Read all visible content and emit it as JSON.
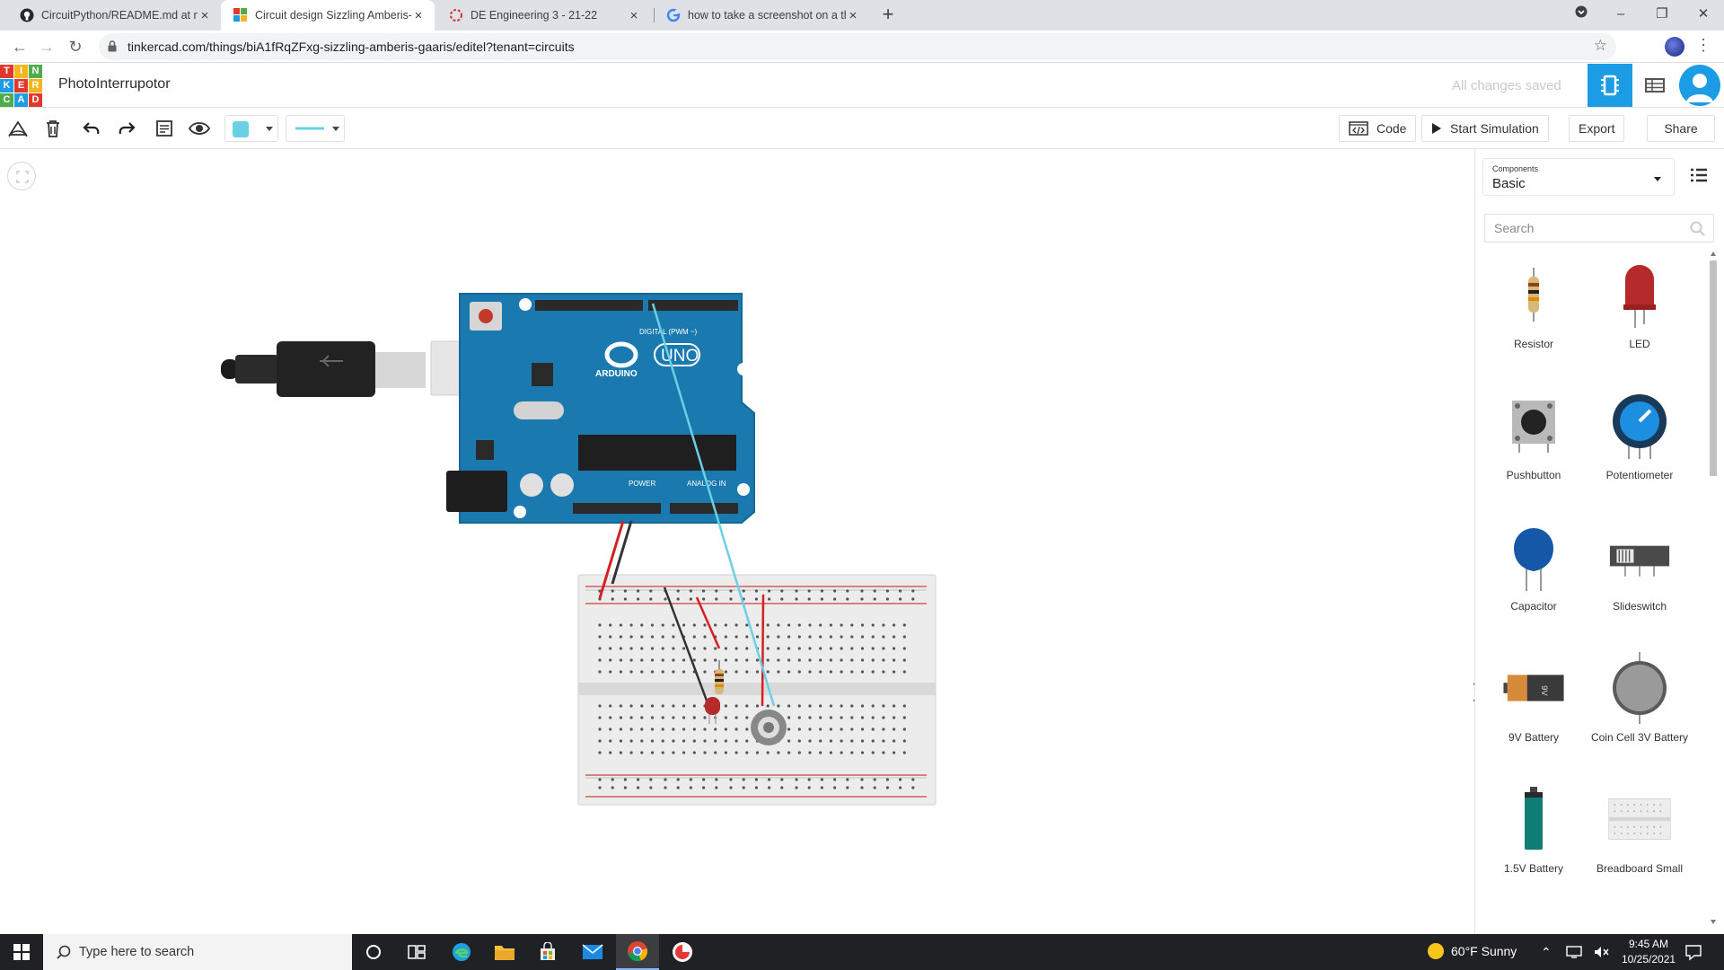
{
  "browser": {
    "tabs": [
      {
        "title": "CircuitPython/README.md at ma",
        "active": false
      },
      {
        "title": "Circuit design Sizzling Amberis-G",
        "active": true
      },
      {
        "title": "DE Engineering 3 - 21-22",
        "active": false
      },
      {
        "title": "how to take a screenshot on a th",
        "active": false
      }
    ],
    "new_tab_label": "+",
    "url": "tinkercad.com/things/biA1fRqZFxg-sizzling-amberis-gaaris/editel?tenant=circuits"
  },
  "app": {
    "logo_letters": [
      "T",
      "I",
      "N",
      "K",
      "E",
      "R",
      "C",
      "A",
      "D"
    ],
    "logo_colors": [
      "#e2372b",
      "#f6b51e",
      "#4cad4a",
      "#1d9ce6",
      "#e2372b",
      "#f6b51e",
      "#4cad4a",
      "#1d9ce6",
      "#e2372b"
    ],
    "design_name": "PhotoInterrupotor",
    "save_status": "All changes saved",
    "accent_color": "#1d9ce6"
  },
  "toolbar": {
    "wire_color": "#6ad0e4",
    "code_label": "Code",
    "start_simulation_label": "Start Simulation",
    "export_label": "Export",
    "share_label": "Share"
  },
  "components_panel": {
    "select_label": "Components",
    "select_value": "Basic",
    "search_placeholder": "Search",
    "items": [
      {
        "name": "Resistor",
        "icon": "resistor-icon"
      },
      {
        "name": "LED",
        "icon": "led-icon"
      },
      {
        "name": "Pushbutton",
        "icon": "pushbutton-icon"
      },
      {
        "name": "Potentiometer",
        "icon": "potentiometer-icon"
      },
      {
        "name": "Capacitor",
        "icon": "capacitor-icon"
      },
      {
        "name": "Slideswitch",
        "icon": "slideswitch-icon"
      },
      {
        "name": "9V Battery",
        "icon": "battery-9v-icon"
      },
      {
        "name": "Coin Cell 3V Battery",
        "icon": "coin-cell-icon"
      },
      {
        "name": "1.5V Battery",
        "icon": "battery-aa-icon"
      },
      {
        "name": "Breadboard Small",
        "icon": "breadboard-small-icon"
      }
    ]
  },
  "canvas": {
    "arduino_brand": "ARDUINO",
    "arduino_model": "UNO",
    "digital_label": "DIGITAL (PWM ~)",
    "power_label": "POWER",
    "analog_label": "ANALOG IN",
    "battery_label": "9V"
  },
  "taskbar": {
    "search_placeholder": "Type here to search",
    "weather": "60°F  Sunny",
    "time": "9:45 AM",
    "date": "10/25/2021"
  }
}
